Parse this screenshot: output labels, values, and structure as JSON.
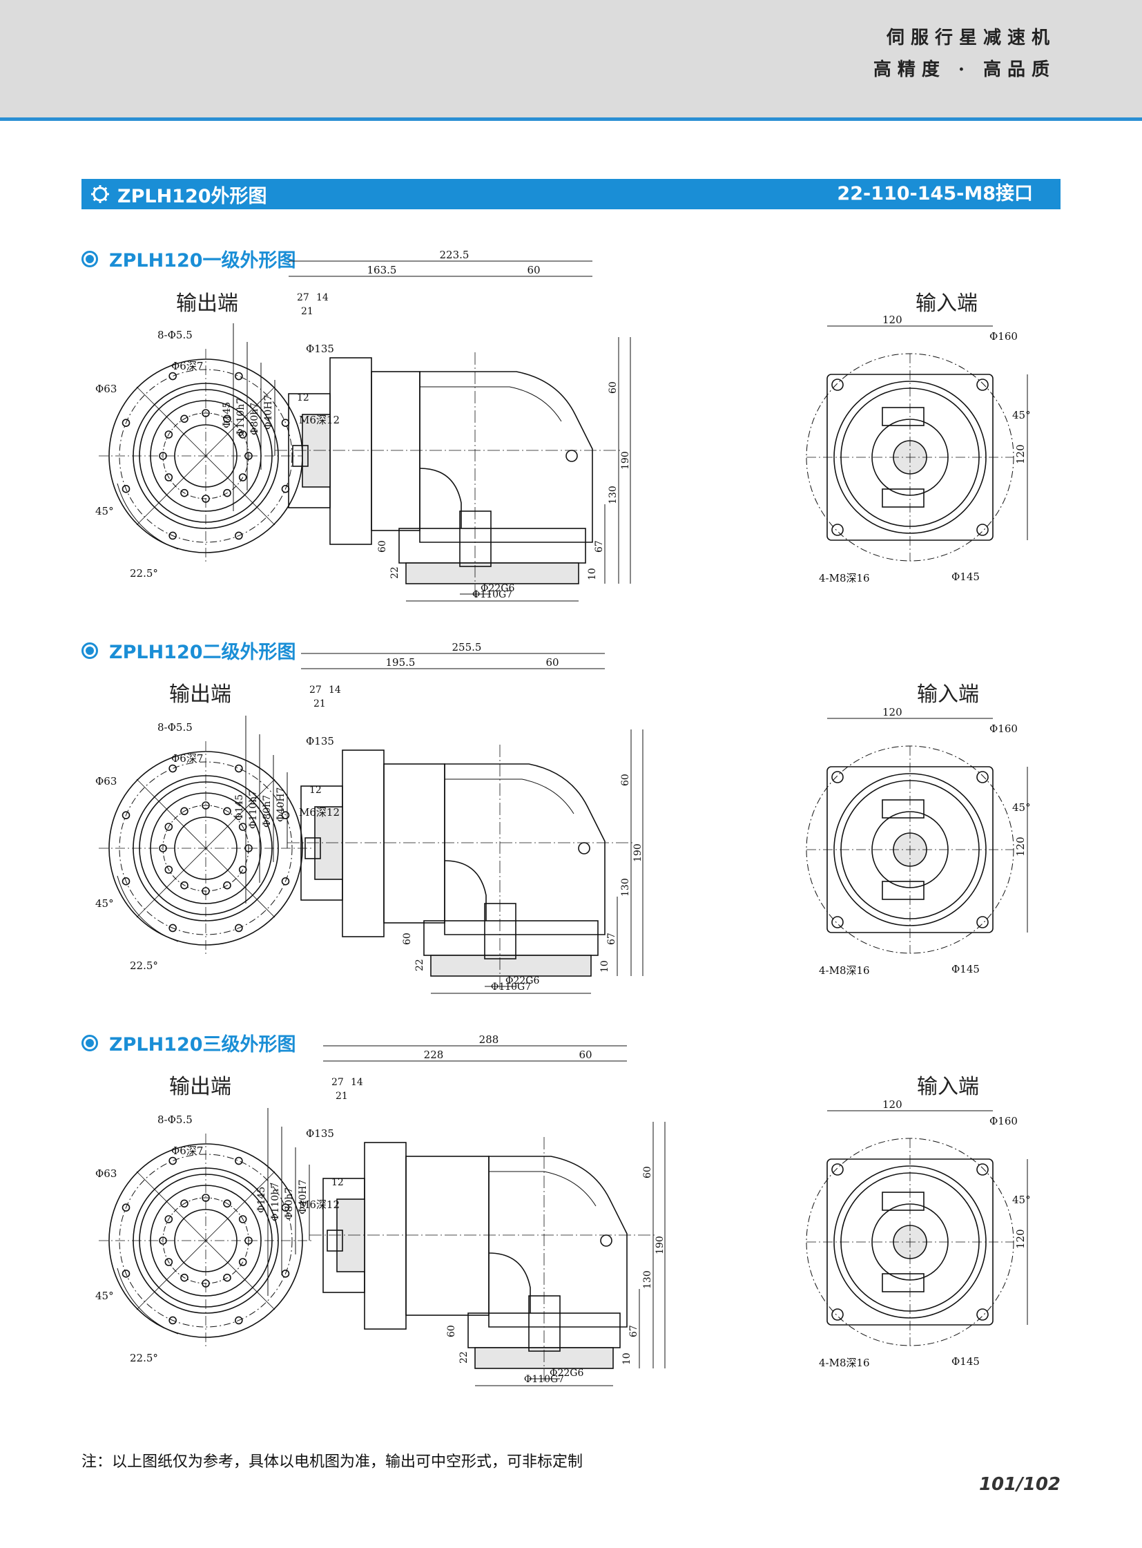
{
  "header": {
    "slogan_line1": "伺服行星减速机",
    "slogan_line2": "高精度 · 高品质"
  },
  "title_bar": {
    "title": "ZPLH120外形图",
    "interface": "22-110-145-M8接口"
  },
  "sections": [
    {
      "heading": "ZPLH120一级外形图",
      "output_label": "输出端",
      "input_label": "输入端",
      "dims": {
        "total_length": "223.5",
        "body_length": "163.5",
        "input_len": "60",
        "d27": "27",
        "d14": "14",
        "d21": "21",
        "d12": "12",
        "holes": "8-Φ5.5",
        "d135": "Φ135",
        "pin": "Φ6深7",
        "d63": "Φ63",
        "m6": "M6深12",
        "angle45": "45°",
        "angle22": "22.5°",
        "d145": "Φ145",
        "d110": "Φ110h7",
        "d80": "Φ80h7",
        "d40": "Φ40H7",
        "h60": "60",
        "h190": "190",
        "h130": "130",
        "h67": "67",
        "h60b": "60",
        "h22": "22",
        "h10": "10",
        "d22g6": "Φ22G6",
        "d110g7": "Φ110G7",
        "sq120": "120",
        "d160": "Φ160",
        "a45": "45°",
        "v120": "120",
        "m8": "4-M8深16",
        "d145b": "Φ145"
      }
    },
    {
      "heading": "ZPLH120二级外形图",
      "output_label": "输出端",
      "input_label": "输入端",
      "dims": {
        "total_length": "255.5",
        "body_length": "195.5",
        "input_len": "60",
        "d27": "27",
        "d14": "14",
        "d21": "21",
        "d12": "12",
        "holes": "8-Φ5.5",
        "d135": "Φ135",
        "pin": "Φ6深7",
        "d63": "Φ63",
        "m6": "M6深12",
        "angle45": "45°",
        "angle22": "22.5°",
        "d145": "Φ145",
        "d110": "Φ110h7",
        "d80": "Φ80h7",
        "d40": "Φ40H7",
        "h60": "60",
        "h190": "190",
        "h130": "130",
        "h67": "67",
        "h60b": "60",
        "h22": "22",
        "h10": "10",
        "d22g6": "Φ22G6",
        "d110g7": "Φ110G7",
        "sq120": "120",
        "d160": "Φ160",
        "a45": "45°",
        "v120": "120",
        "m8": "4-M8深16",
        "d145b": "Φ145"
      }
    },
    {
      "heading": "ZPLH120三级外形图",
      "output_label": "输出端",
      "input_label": "输入端",
      "dims": {
        "total_length": "288",
        "body_length": "228",
        "input_len": "60",
        "d27": "27",
        "d14": "14",
        "d21": "21",
        "d12": "12",
        "holes": "8-Φ5.5",
        "d135": "Φ135",
        "pin": "Φ6深7",
        "d63": "Φ63",
        "m6": "M6深12",
        "angle45": "45°",
        "angle22": "22.5°",
        "d145": "Φ145",
        "d110": "Φ110h7",
        "d80": "Φ80h7",
        "d40": "Φ40H7",
        "h60": "60",
        "h190": "190",
        "h130": "130",
        "h67": "67",
        "h60b": "60",
        "h22": "22",
        "h10": "10",
        "d22g6": "Φ22G6",
        "d110g7": "Φ110G7",
        "sq120": "120",
        "d160": "Φ160",
        "a45": "45°",
        "v120": "120",
        "m8": "4-M8深16",
        "d145b": "Φ145"
      }
    }
  ],
  "footer": {
    "note": "注：以上图纸仅为参考，具体以电机图为准，输出可中空形式，可非标定制",
    "page": "101/102"
  }
}
